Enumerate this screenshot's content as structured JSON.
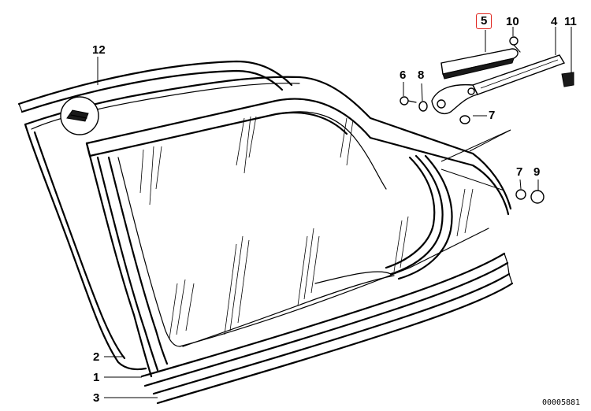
{
  "callouts": {
    "c1": "1",
    "c2": "2",
    "c3": "3",
    "c4": "4",
    "c5": "5",
    "c6": "6",
    "c7a": "7",
    "c7b": "7",
    "c8": "8",
    "c9": "9",
    "c10": "10",
    "c11": "11",
    "c12": "12"
  },
  "highlighted_part": "5",
  "highlight_color": "#e0261f",
  "reference_number": "00005881"
}
